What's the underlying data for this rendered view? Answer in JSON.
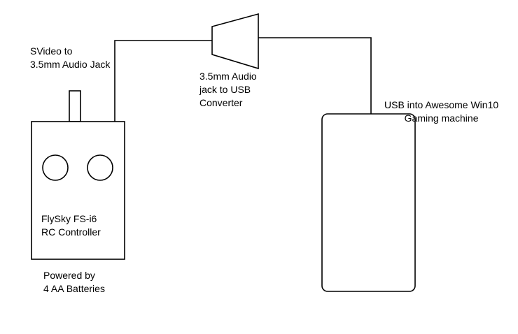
{
  "labels": {
    "svideo": [
      "SVideo to",
      "3.5mm Audio Jack"
    ],
    "converter": [
      "3.5mm Audio",
      "jack to USB",
      "Converter"
    ],
    "usb": [
      "USB into Awesome Win10",
      "Gaming machine"
    ],
    "controller": [
      "FlySky FS-i6",
      "RC Controller"
    ],
    "power": [
      "Powered by",
      "4 AA Batteries"
    ]
  }
}
